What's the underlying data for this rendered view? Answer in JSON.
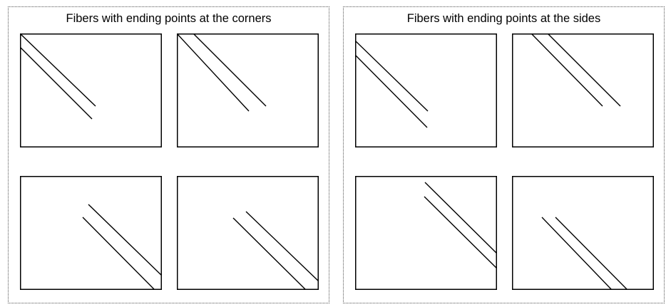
{
  "panels": [
    {
      "title": "Fibers with ending points at the corners",
      "boxes": [
        {
          "name": "top-left",
          "fibers": [
            [
              0,
              0,
              106,
              102
            ],
            [
              0,
              19,
              101,
              120
            ]
          ]
        },
        {
          "name": "top-right",
          "fibers": [
            [
              0,
              0,
              101,
              109
            ],
            [
              23,
              0,
              125,
              102
            ]
          ]
        },
        {
          "name": "bottom-left",
          "fibers": [
            [
              96,
              40,
              199,
              140
            ],
            [
              88,
              58,
              189,
              160
            ]
          ]
        },
        {
          "name": "bottom-right",
          "fibers": [
            [
              97,
              50,
              199,
              148
            ],
            [
              79,
              59,
              181,
              160
            ]
          ]
        }
      ]
    },
    {
      "title": "Fibers with ending points at the sides",
      "boxes": [
        {
          "name": "top-left",
          "fibers": [
            [
              0,
              10,
              102,
              109
            ],
            [
              0,
              30,
              101,
              132
            ]
          ]
        },
        {
          "name": "top-right",
          "fibers": [
            [
              27,
              0,
              127,
              102
            ],
            [
              50,
              0,
              152,
              102
            ]
          ]
        },
        {
          "name": "bottom-left",
          "fibers": [
            [
              98,
              9,
              199,
              109
            ],
            [
              97,
              29,
              199,
              130
            ]
          ]
        },
        {
          "name": "bottom-right",
          "fibers": [
            [
              42,
              58,
              140,
              160
            ],
            [
              61,
              58,
              162,
              160
            ]
          ]
        }
      ]
    }
  ]
}
